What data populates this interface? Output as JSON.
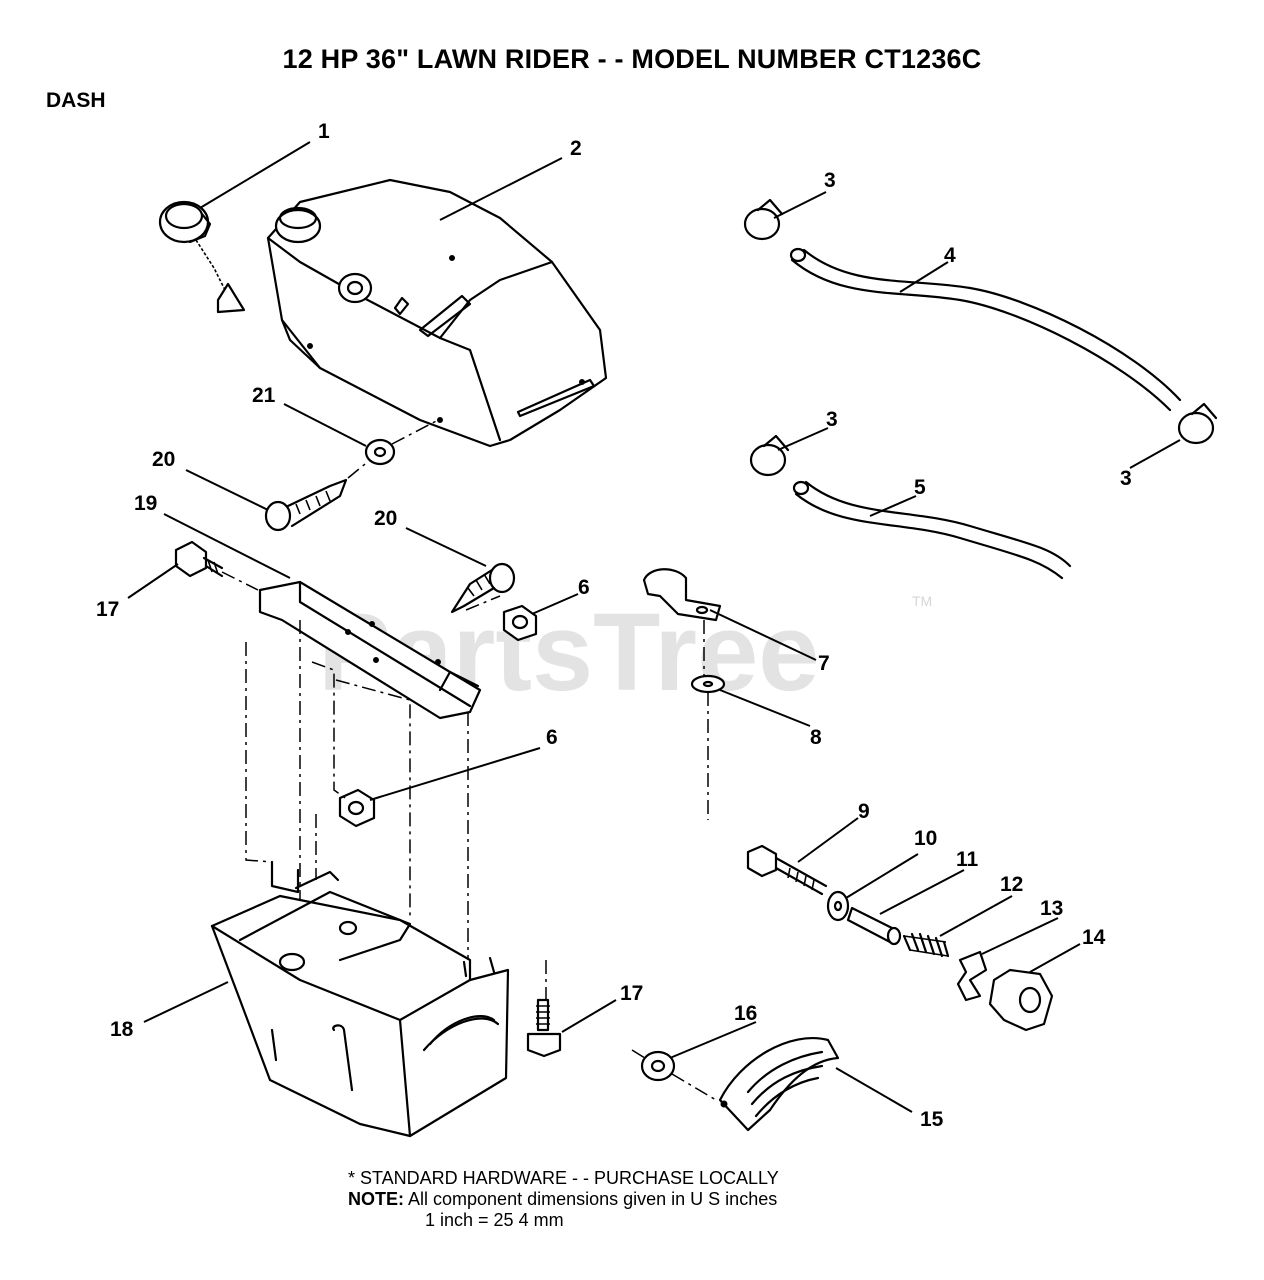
{
  "title": "12 HP 36\" LAWN RIDER - - MODEL NUMBER CT1236C",
  "section": "DASH",
  "watermark": "PartsTree",
  "watermark_mark": "TM",
  "callouts": [
    "1",
    "2",
    "3",
    "4",
    "3",
    "3",
    "5",
    "21",
    "20",
    "19",
    "20",
    "17",
    "6",
    "7",
    "8",
    "6",
    "9",
    "10",
    "11",
    "12",
    "13",
    "14",
    "18",
    "17",
    "16",
    "15"
  ],
  "footer": {
    "standard_hardware": "* STANDARD HARDWARE - - PURCHASE LOCALLY",
    "note_label": "NOTE:",
    "note_text": "All component dimensions given in U S  inches",
    "conversion": "1 inch = 25 4 mm"
  }
}
